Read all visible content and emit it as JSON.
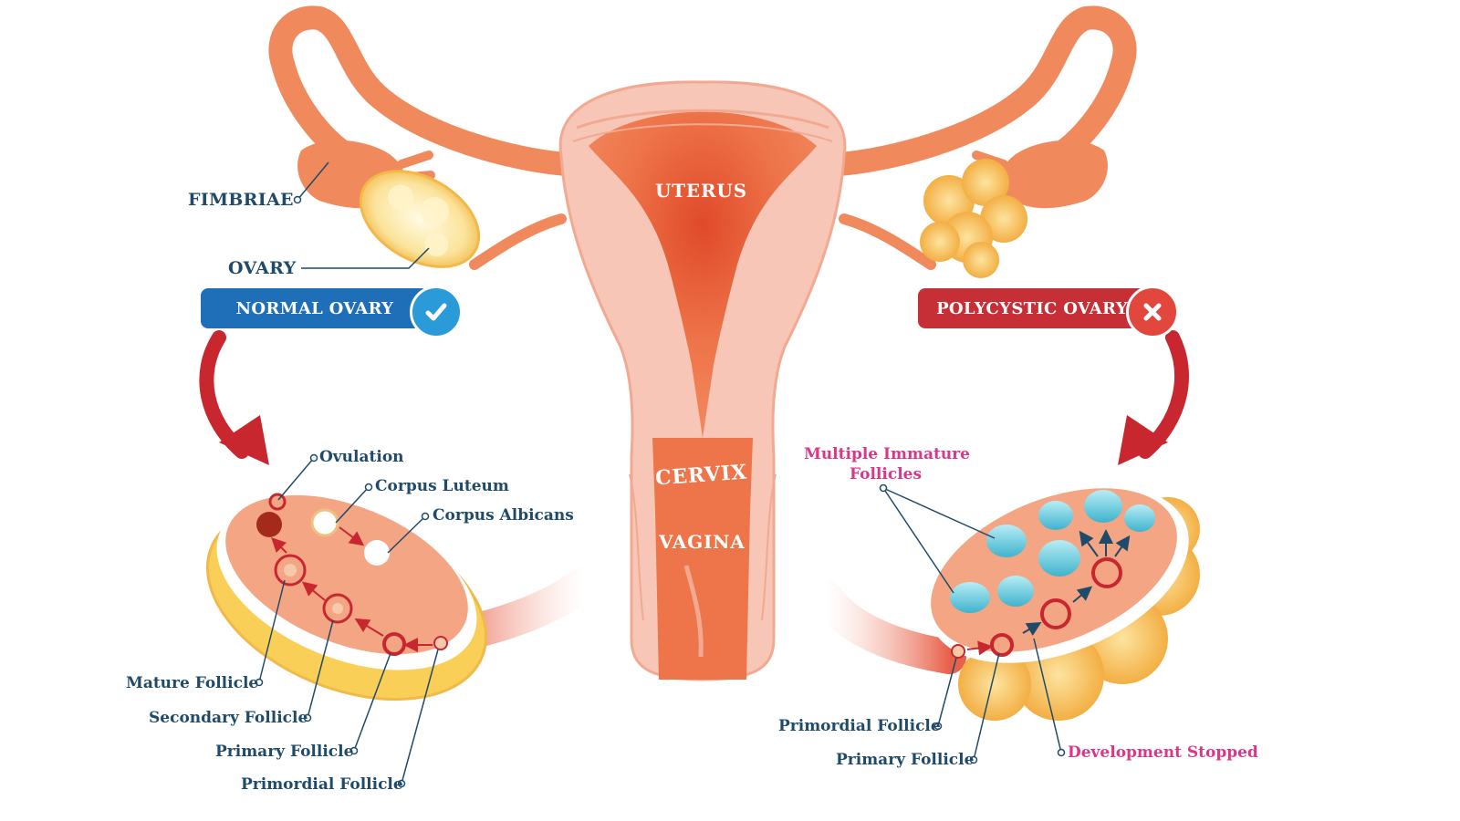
{
  "organs": {
    "uterus": "UTERUS",
    "cervix": "CERVIX",
    "vagina": "VAGINA"
  },
  "labels": {
    "fimbriae": "FIMBRIAE",
    "ovary": "OVARY"
  },
  "badges": {
    "normal": "NORMAL OVARY",
    "polycystic": "POLYCYSTIC OVARY"
  },
  "normal_ovary": {
    "ovulation": "Ovulation",
    "corpus_luteum": "Corpus Luteum",
    "corpus_albicans": "Corpus Albicans",
    "mature_follicle": "Mature Follicle",
    "secondary_follicle": "Secondary Follicle",
    "primary_follicle": "Primary Follicle",
    "primordial_follicle": "Primordial Follicle"
  },
  "polycystic_ovary": {
    "immature_line1": "Multiple Immature",
    "immature_line2": "Follicles",
    "primordial_follicle": "Primordial Follicle",
    "primary_follicle": "Primary Follicle",
    "development_stopped": "Development Stopped"
  },
  "colors": {
    "tube": "#f08a5d",
    "uterus_outer": "#f7c6b6",
    "uterus_inner": "#e8643d",
    "ovary_yellow": "#f9cf58",
    "normal_badge": "#1f6fb8",
    "polycystic_badge": "#c62f36",
    "arrow": "#c8272f",
    "label_text": "#1f4a6a",
    "pink_text": "#d9388a",
    "cyst": "#5fc7dc"
  },
  "icons": {
    "normal_status": "check-icon",
    "polycystic_status": "cross-icon"
  }
}
